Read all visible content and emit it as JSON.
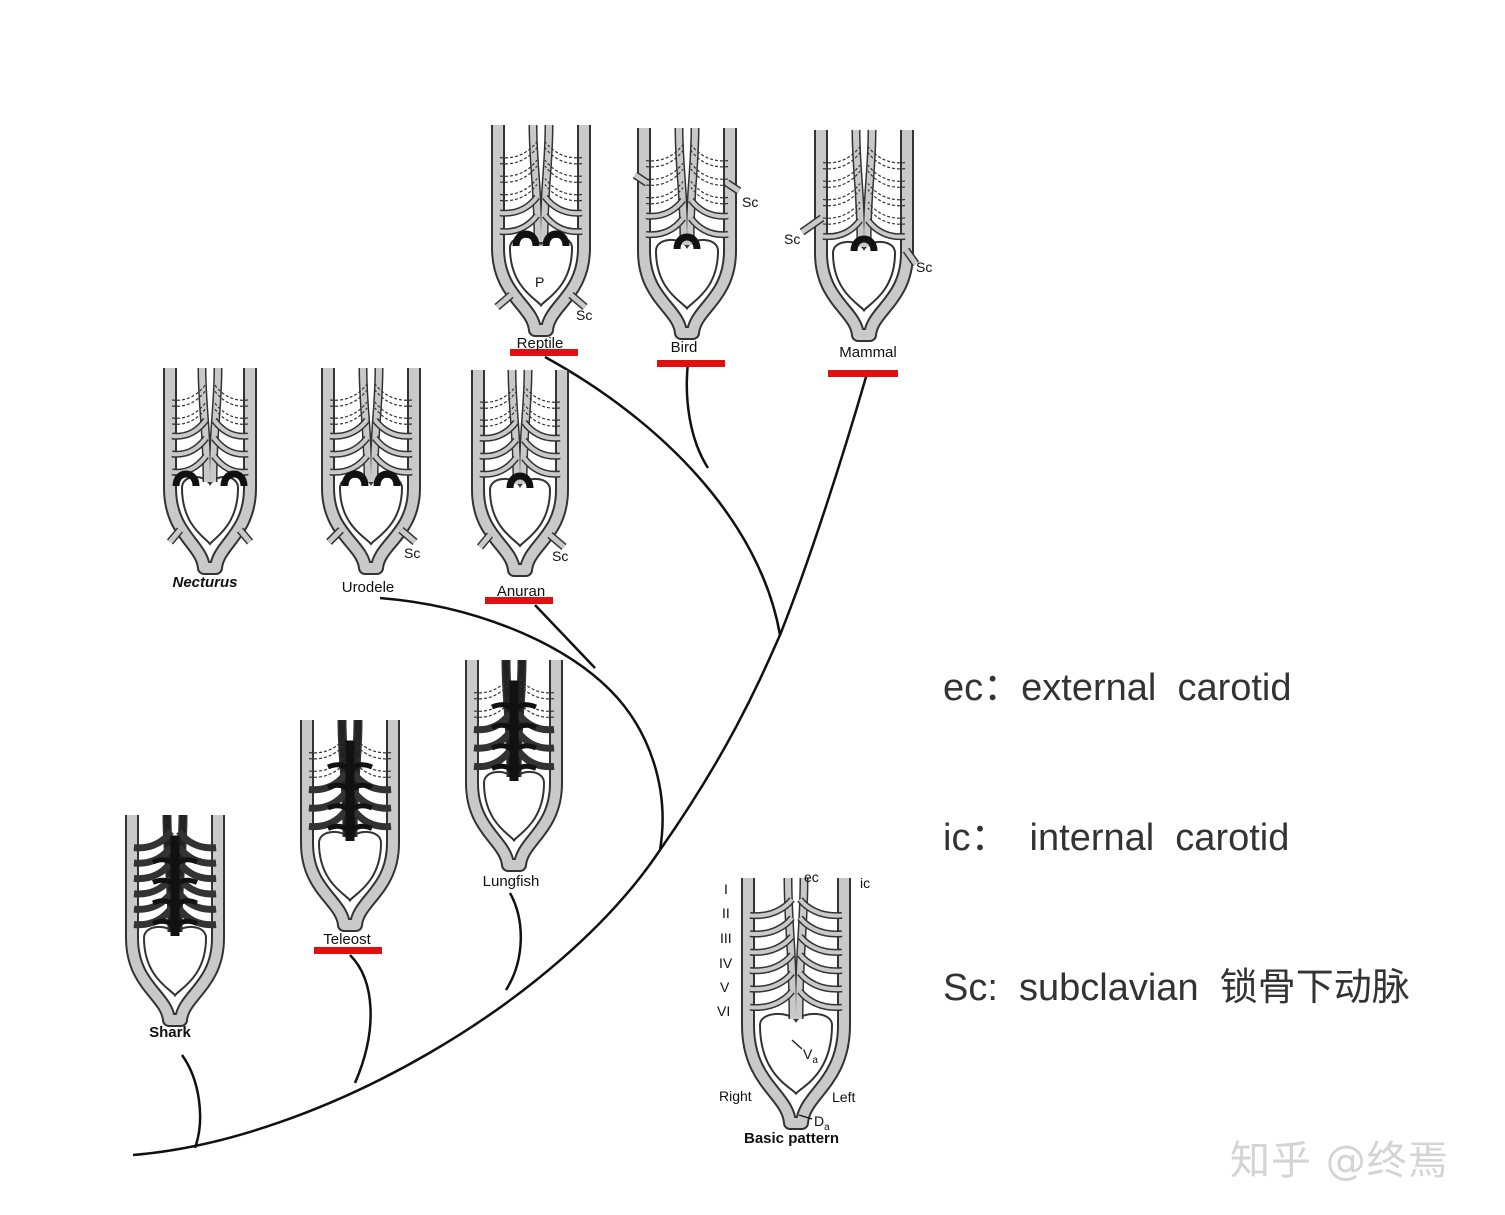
{
  "animals": [
    {
      "id": "shark",
      "label": "Shark",
      "italic": false
    },
    {
      "id": "teleost",
      "label": "Teleost",
      "italic": false
    },
    {
      "id": "lungfish",
      "label": "Lungfish",
      "italic": false
    },
    {
      "id": "necturus",
      "label": "Necturus",
      "italic": true
    },
    {
      "id": "urodele",
      "label": "Urodele",
      "italic": false
    },
    {
      "id": "anuran",
      "label": "Anuran",
      "italic": false
    },
    {
      "id": "reptile",
      "label": "Reptile",
      "italic": false
    },
    {
      "id": "bird",
      "label": "Bird",
      "italic": false
    },
    {
      "id": "mammal",
      "label": "Mammal",
      "italic": false
    }
  ],
  "basic_pattern": {
    "title": "Basic pattern",
    "arch_numerals": [
      "I",
      "II",
      "III",
      "IV",
      "V",
      "VI"
    ],
    "ec": "ec",
    "ic": "ic",
    "right": "Right",
    "left": "Left",
    "va": "V",
    "va_sub": "a",
    "da": "D",
    "da_sub": "a"
  },
  "vessel_labels": {
    "sc": "Sc",
    "p": "P"
  },
  "legend": [
    "ec：external  carotid",
    "ic：  internal  carotid",
    "Sc:  subclavian  锁骨下动脉"
  ],
  "watermark": "知乎 @终焉",
  "colors": {
    "vessel_fill": "#c9c9c9",
    "vessel_stroke": "#333333",
    "underline": "#e01010",
    "tree": "#111111",
    "legend_text": "#333333"
  }
}
